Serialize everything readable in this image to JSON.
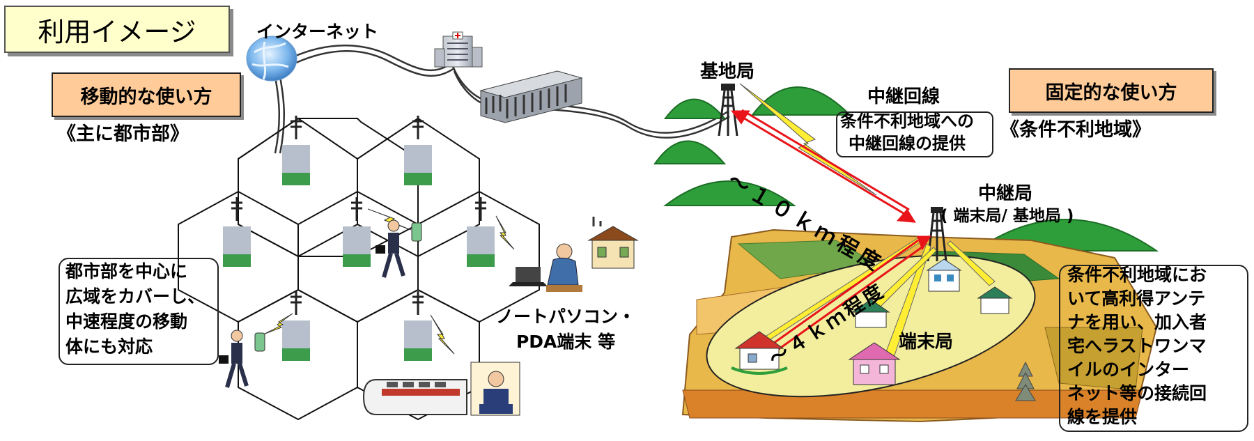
{
  "title": "利用イメージ",
  "mobile": {
    "box_label": "移動的な使い方",
    "subtitle": "《主に都市部》",
    "description_lines": [
      "都市部を中心に",
      "広域をカバーし、",
      "中速程度の移動",
      "体にも対応"
    ]
  },
  "fixed": {
    "box_label": "固定的な使い方",
    "subtitle": "《条件不利地域》",
    "description_lines": [
      "条件不利地域にお",
      "いて高利得アンテ",
      "ナを用い、加入者",
      "宅へラストワンマ",
      "イルのインター",
      "ネット等の接続回",
      "線を提供"
    ]
  },
  "labels": {
    "internet": "インターネット",
    "base_station": "基地局",
    "relay_line": "中継回線",
    "relay_note_lines": [
      "条件不利地域への",
      "中継回線の提供"
    ],
    "distance_10km": "～１０ｋｍ程度",
    "relay_station": "中継局",
    "relay_station_sub": "( 端末局/ 基地局 )",
    "distance_4km": "～４ｋｍ程度",
    "terminal_station": "端末局",
    "laptop_lines": [
      "ノートパソコン・",
      "PDA端末 等"
    ]
  },
  "colors": {
    "title_bg": "#ffffcc",
    "label_box_bg": "#ffcc99",
    "hill_green": "#2e9e3a",
    "field_yellow": "#f2ee9e",
    "lightning": "#ffee33",
    "link_red": "#e8141a"
  }
}
